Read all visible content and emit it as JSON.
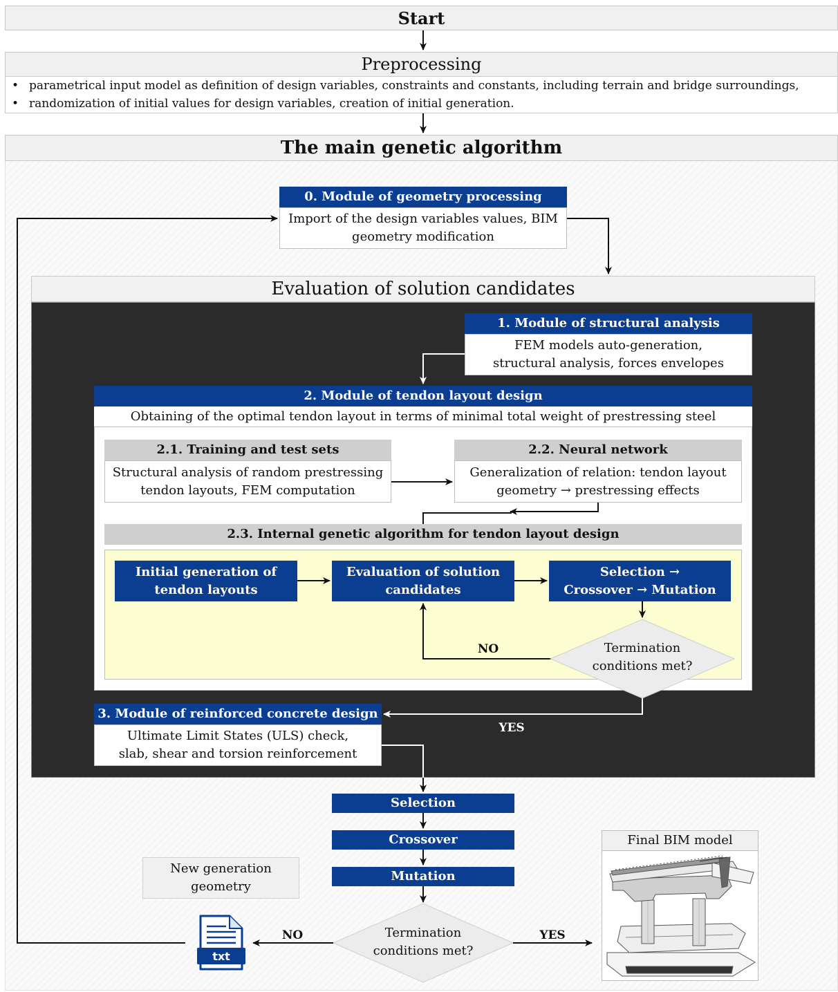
{
  "start": "Start",
  "preprocessing": {
    "title": "Preprocessing",
    "bullet_1": "parametrical input model as definition of design variables, constraints and constants, including terrain and bridge surroundings,",
    "bullet_2": "randomization of initial values for design variables, creation of initial generation."
  },
  "main_ga": {
    "title": "The main genetic algorithm"
  },
  "module0": {
    "title": "0. Module of geometry processing",
    "line1": "Import of the design variables values, BIM",
    "line2": "geometry modification"
  },
  "evaluation": {
    "title": "Evaluation of solution candidates"
  },
  "module1": {
    "title": "1. Module of structural analysis",
    "line1": "FEM models auto-generation,",
    "line2": "structural analysis, forces envelopes"
  },
  "module2": {
    "title": "2. Module of tendon layout design",
    "subtitle": "Obtaining of the optimal tendon layout in terms of minimal total weight of prestressing steel"
  },
  "m21": {
    "title": "2.1. Training and test sets",
    "line1": "Structural analysis of random prestressing",
    "line2": "tendon layouts, FEM computation"
  },
  "m22": {
    "title": "2.2. Neural network",
    "line1": "Generalization of relation: tendon layout",
    "line2": "geometry → prestressing effects"
  },
  "m23": {
    "title": "2.3. Internal genetic algorithm for tendon layout design"
  },
  "inner": {
    "initial_line1": "Initial generation of",
    "initial_line2": "tendon layouts",
    "eval_line1": "Evaluation of solution",
    "eval_line2": "candidates",
    "sel_line1": "Selection →",
    "sel_line2": "Crossover → Mutation",
    "term_line1": "Termination",
    "term_line2": "conditions met?",
    "no": "NO"
  },
  "yes_inner": "YES",
  "module3": {
    "title": "3. Module of reinforced concrete design",
    "line1": "Ultimate Limit States (ULS) check,",
    "line2": "slab, shear and torsion reinforcement"
  },
  "outer": {
    "selection": "Selection",
    "crossover": "Crossover",
    "mutation": "Mutation",
    "term_line1": "Termination",
    "term_line2": "conditions met?",
    "no": "NO",
    "yes": "YES"
  },
  "new_gen": {
    "line1": "New generation",
    "line2": "geometry"
  },
  "file_icon": {
    "label": "txt"
  },
  "final_bim": {
    "title": "Final BIM model"
  },
  "colors": {
    "module_blue": "#0b3d91",
    "inner_yellow": "#fdfdd2",
    "dark_panel": "#2b2b2b"
  }
}
